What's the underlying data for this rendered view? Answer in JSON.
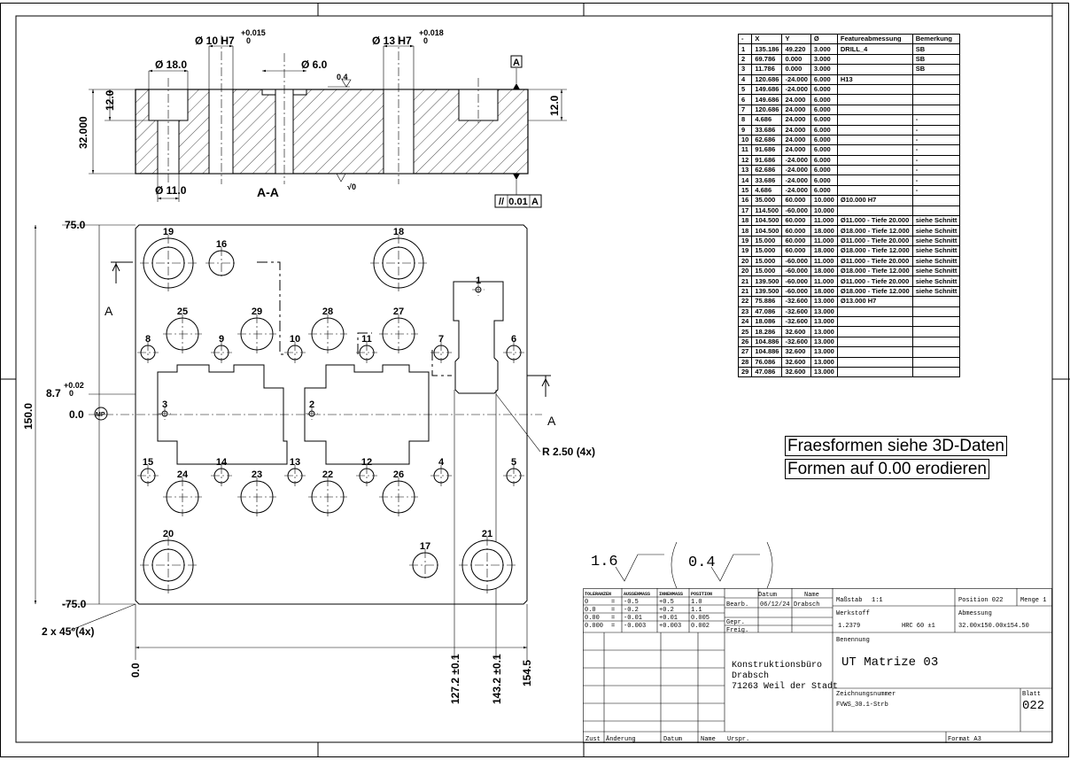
{
  "section": {
    "label": "A-A",
    "dims": {
      "d10": "Ø 10 H7",
      "d10_tol": "+0.015",
      "d10_tol0": "0",
      "d13": "Ø 13 H7",
      "d13_tol": "+0.018",
      "d13_tol0": "0",
      "d18": "Ø 18.0",
      "d6": "Ø 6.0",
      "d11": "Ø 11.0",
      "h12_left": "12.0",
      "h32": "32.000",
      "h12_right": "12.0",
      "rough": "0.4",
      "datum": "A",
      "parallel_tol": "0.01",
      "parallel_ref": "A",
      "dv": "√0"
    }
  },
  "plan": {
    "y_top": "75.0",
    "y_bottom": "-75.0",
    "y_zero": "0.0",
    "y_87": "8.7",
    "y_87_tol": "+0.02",
    "y_87_tol0": "0",
    "height": "150.0",
    "x_0": "0.0",
    "x_127": "127.2 ±0.1",
    "x_143": "143.2 ±0.1",
    "x_154": "154.5",
    "radius": "R 2.50 (4x)",
    "chamfer": "2 x 45°(4x)",
    "cut_a": "A",
    "mp": "MP",
    "hole_labels": [
      "19",
      "16",
      "18",
      "1",
      "25",
      "29",
      "28",
      "27",
      "8",
      "9",
      "10",
      "11",
      "7",
      "6",
      "3",
      "2",
      "15",
      "14",
      "13",
      "12",
      "4",
      "5",
      "24",
      "23",
      "22",
      "26",
      "20",
      "17",
      "21"
    ]
  },
  "notes": [
    "Fraesformen siehe 3D-Daten",
    "Formen auf 0.00 erodieren"
  ],
  "surface": {
    "general": "1.6",
    "special": "0.4"
  },
  "table": {
    "headers": [
      "-",
      "X",
      "Y",
      "Ø",
      "Featureabmessung",
      "Bemerkung"
    ],
    "rows": [
      [
        "1",
        "135.186",
        "49.220",
        "3.000",
        "DRILL_4",
        "SB"
      ],
      [
        "2",
        "69.786",
        "0.000",
        "3.000",
        "",
        "SB"
      ],
      [
        "3",
        "11.786",
        "0.000",
        "3.000",
        "",
        "SB"
      ],
      [
        "4",
        "120.686",
        "-24.000",
        "6.000",
        "H13",
        ""
      ],
      [
        "5",
        "149.686",
        "-24.000",
        "6.000",
        "",
        ""
      ],
      [
        "6",
        "149.686",
        "24.000",
        "6.000",
        "",
        ""
      ],
      [
        "7",
        "120.686",
        "24.000",
        "6.000",
        "",
        ""
      ],
      [
        "8",
        "4.686",
        "24.000",
        "6.000",
        "",
        "-"
      ],
      [
        "9",
        "33.686",
        "24.000",
        "6.000",
        "",
        "-"
      ],
      [
        "10",
        "62.686",
        "24.000",
        "6.000",
        "",
        "-"
      ],
      [
        "11",
        "91.686",
        "24.000",
        "6.000",
        "",
        "-"
      ],
      [
        "12",
        "91.686",
        "-24.000",
        "6.000",
        "",
        "-"
      ],
      [
        "13",
        "62.686",
        "-24.000",
        "6.000",
        "",
        "-"
      ],
      [
        "14",
        "33.686",
        "-24.000",
        "6.000",
        "",
        "-"
      ],
      [
        "15",
        "4.686",
        "-24.000",
        "6.000",
        "",
        "-"
      ],
      [
        "16",
        "35.000",
        "60.000",
        "10.000",
        "Ø10.000 H7",
        ""
      ],
      [
        "17",
        "114.500",
        "-60.000",
        "10.000",
        "",
        ""
      ],
      [
        "18",
        "104.500",
        "60.000",
        "11.000",
        "Ø11.000 - Tiefe 20.000",
        "siehe Schnitt"
      ],
      [
        "18",
        "104.500",
        "60.000",
        "18.000",
        "Ø18.000 - Tiefe 12.000",
        "siehe Schnitt"
      ],
      [
        "19",
        "15.000",
        "60.000",
        "11.000",
        "Ø11.000 - Tiefe 20.000",
        "siehe Schnitt"
      ],
      [
        "19",
        "15.000",
        "60.000",
        "18.000",
        "Ø18.000 - Tiefe 12.000",
        "siehe Schnitt"
      ],
      [
        "20",
        "15.000",
        "-60.000",
        "11.000",
        "Ø11.000 - Tiefe 20.000",
        "siehe Schnitt"
      ],
      [
        "20",
        "15.000",
        "-60.000",
        "18.000",
        "Ø18.000 - Tiefe 12.000",
        "siehe Schnitt"
      ],
      [
        "21",
        "139.500",
        "-60.000",
        "11.000",
        "Ø11.000 - Tiefe 20.000",
        "siehe Schnitt"
      ],
      [
        "21",
        "139.500",
        "-60.000",
        "18.000",
        "Ø18.000 - Tiefe 12.000",
        "siehe Schnitt"
      ],
      [
        "22",
        "75.886",
        "-32.600",
        "13.000",
        "Ø13.000 H7",
        ""
      ],
      [
        "23",
        "47.086",
        "-32.600",
        "13.000",
        "",
        ""
      ],
      [
        "24",
        "18.086",
        "-32.600",
        "13.000",
        "",
        ""
      ],
      [
        "25",
        "18.286",
        "32.600",
        "13.000",
        "",
        ""
      ],
      [
        "26",
        "104.886",
        "-32.600",
        "13.000",
        "",
        ""
      ],
      [
        "27",
        "104.886",
        "32.600",
        "13.000",
        "",
        ""
      ],
      [
        "28",
        "76.086",
        "32.600",
        "13.000",
        "",
        ""
      ],
      [
        "29",
        "47.086",
        "32.600",
        "13.000",
        "",
        ""
      ]
    ]
  },
  "titleblock": {
    "tol_headers": [
      "TOLERANZEN",
      "AUSSENMASS",
      "INNENMASS",
      "POSITION"
    ],
    "tol_rows": [
      [
        "0",
        "=",
        "-0.5",
        "+0.5",
        "1.0"
      ],
      [
        "0.0",
        "=",
        "-0.2",
        "+0.2",
        "1.1"
      ],
      [
        "0.00",
        "=",
        "-0.01",
        "+0.01",
        "0.005"
      ],
      [
        "0.000",
        "=",
        "-0.003",
        "+0.003",
        "0.002"
      ]
    ],
    "datum_label": "Datum",
    "name_label": "Name",
    "bearb": "Bearb.",
    "gepr": "Gepr.",
    "freig": "Freig.",
    "date": "06/12/24",
    "drawer": "Drabsch",
    "scale_label": "Maßstab",
    "scale": "1:1",
    "position": "Position 022",
    "menge": "Menge 1",
    "werkstoff_label": "Werkstoff",
    "werkstoff": "1.2379",
    "hardness": "HRC 60 ±1",
    "abmessung_label": "Abmessung",
    "abmessung": "32.00x150.00x154.50",
    "company": [
      "Konstruktionsbüro",
      "Drabsch",
      "71263 Weil der Stadt"
    ],
    "benennung_label": "Benennung",
    "benennung": "UT Matrize 03",
    "zeichnr_label": "Zeichnungsnummer",
    "zeichnr": "FVWS_30.1-Strb",
    "blatt_label": "Blatt",
    "blatt": "022",
    "footer": [
      "Zust",
      "Änderung",
      "Datum",
      "Name",
      "Urspr.",
      "Format A3"
    ]
  }
}
